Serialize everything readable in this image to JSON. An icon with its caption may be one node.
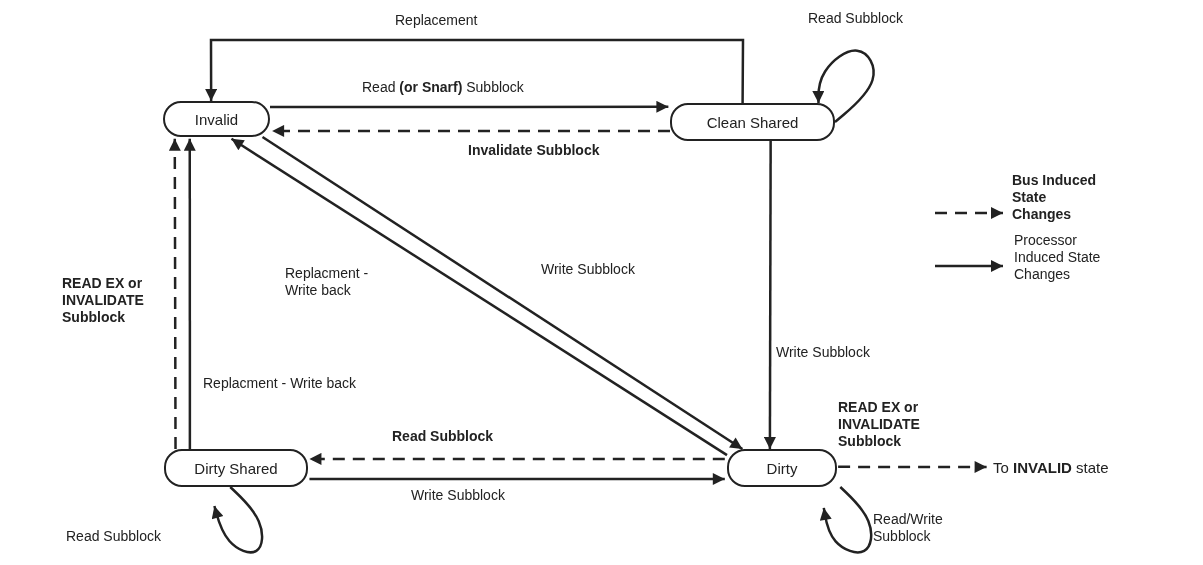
{
  "diagram": {
    "nodes": [
      {
        "text": [
          "Invalid"
        ]
      },
      {
        "text": [
          "Clean Shared"
        ]
      },
      {
        "text": [
          "Dirty Shared"
        ]
      },
      {
        "text": [
          "Dirty"
        ]
      },
      {
        "text": [
          "To **INVALID** state"
        ]
      }
    ],
    "edges": [
      {
        "from": 1,
        "to": 0,
        "arrow": "to",
        "label": "Replacement"
      },
      {
        "from": 0,
        "to": 1,
        "arrow": "to",
        "label": "Read **(or Snarf)** Subblock"
      },
      {
        "from": 1,
        "to": 0,
        "arrow": "to",
        "label": "Invalidate Subblock",
        "style": "dashed"
      },
      {
        "from": 1,
        "to": 1,
        "arrow": "to",
        "label": "Read Subblock"
      },
      {
        "from": 0,
        "to": 3,
        "arrow": "to",
        "label": "Write Subblock"
      },
      {
        "from": 3,
        "to": 0,
        "arrow": "to",
        "label": "Replacment - Write back"
      },
      {
        "from": 1,
        "to": 3,
        "arrow": "to",
        "label": "Write Subblock"
      },
      {
        "from": 2,
        "to": 0,
        "arrow": "to",
        "label": "READ EX or INVALIDATE Subblock",
        "style": "dashed"
      },
      {
        "from": 2,
        "to": 0,
        "arrow": "to",
        "label": "Replacment - Write back"
      },
      {
        "from": 3,
        "to": 2,
        "arrow": "to",
        "label": "Read Subblock",
        "style": "dashed"
      },
      {
        "from": 2,
        "to": 3,
        "arrow": "to",
        "label": "Write Subblock"
      },
      {
        "from": 2,
        "to": 2,
        "arrow": "to",
        "label": "Read Subblock"
      },
      {
        "from": 3,
        "to": 3,
        "arrow": "to",
        "label": "Read/Write Subblock"
      },
      {
        "from": 3,
        "to": 4,
        "arrow": "to",
        "label": "READ EX or INVALIDATE Subblock",
        "style": "dashed"
      }
    ],
    "legend": [
      {
        "text": "Bus Induced State Changes"
      },
      {
        "text": "Processor Induced State Changes"
      }
    ]
  }
}
